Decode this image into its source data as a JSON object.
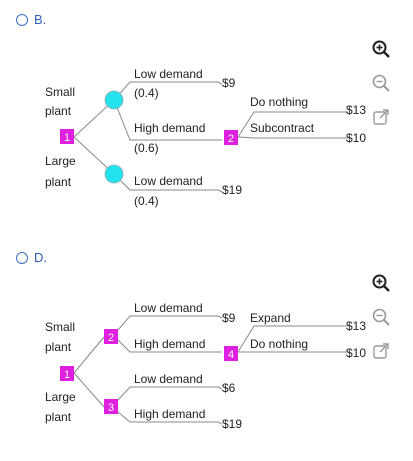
{
  "options": [
    {
      "label": "B.",
      "tree": {
        "plants": {
          "small": [
            "Small",
            "plant"
          ],
          "large": [
            "Large",
            "plant"
          ]
        },
        "root_node": "1",
        "branches": {
          "low_demand_top": "Low demand",
          "low_demand_top_prob": "(0.4)",
          "high_demand": "High demand",
          "high_demand_prob": "(0.6)",
          "low_demand_bottom": "Low demand",
          "low_demand_bottom_prob": "(0.4)",
          "do_nothing": "Do nothing",
          "subcontract": "Subcontract"
        },
        "decision_node": "2",
        "payoffs": {
          "top_low": "$9",
          "do_nothing": "$13",
          "subcontract": "$10",
          "bottom_low": "$19"
        }
      }
    },
    {
      "label": "D.",
      "tree": {
        "plants": {
          "small": [
            "Small",
            "plant"
          ],
          "large": [
            "Large",
            "plant"
          ]
        },
        "root_node": "1",
        "nodes": {
          "upper": "2",
          "lower": "3",
          "expand": "4"
        },
        "branches": {
          "low_demand_a": "Low demand",
          "high_demand_a": "High demand",
          "low_demand_b": "Low demand",
          "high_demand_b": "High demand",
          "expand": "Expand",
          "do_nothing": "Do nothing"
        },
        "payoffs": {
          "low_a": "$9",
          "expand": "$13",
          "do_nothing": "$10",
          "low_b": "$6",
          "high_b": "$19"
        }
      }
    }
  ],
  "toolbar_icons": [
    "zoom-in-icon",
    "zoom-out-icon",
    "open-external-icon"
  ],
  "colors": {
    "decision_node": "#e020e0",
    "chance_node": "#22e3ee",
    "radio": "#3b6fc6",
    "line": "#8a8a8a"
  }
}
